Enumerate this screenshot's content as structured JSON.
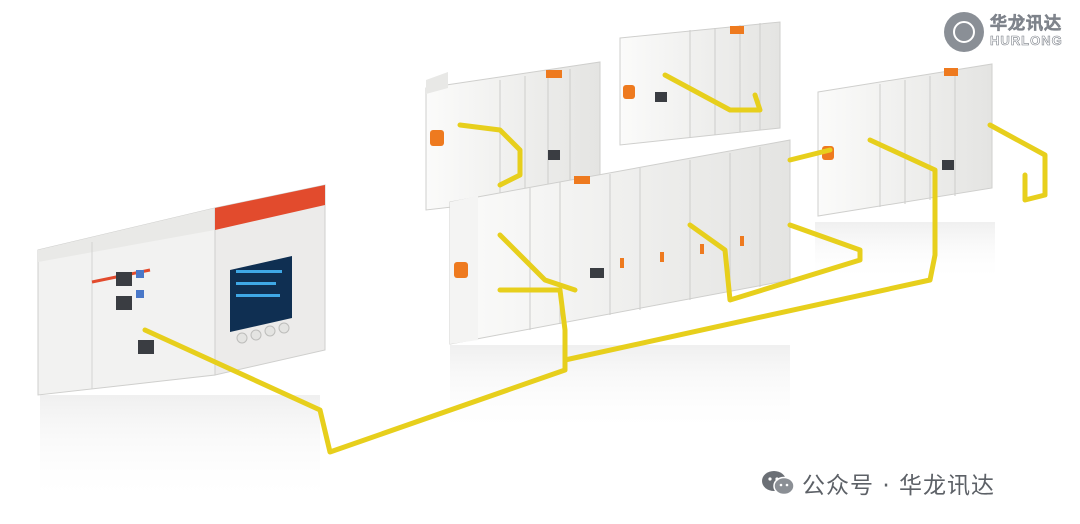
{
  "logo": {
    "name_cn": "华龙讯达",
    "name_en": "HURLONG",
    "icon": "hurlong-gear-logo-icon"
  },
  "watermark": {
    "prefix": "公众号",
    "separator": "·",
    "account": "华龙讯达",
    "icon": "wechat-icon"
  },
  "colors": {
    "cable": "#e7cf1c",
    "accent": "#ee7a1f",
    "module": "#efefee",
    "screen": "#123d66"
  }
}
